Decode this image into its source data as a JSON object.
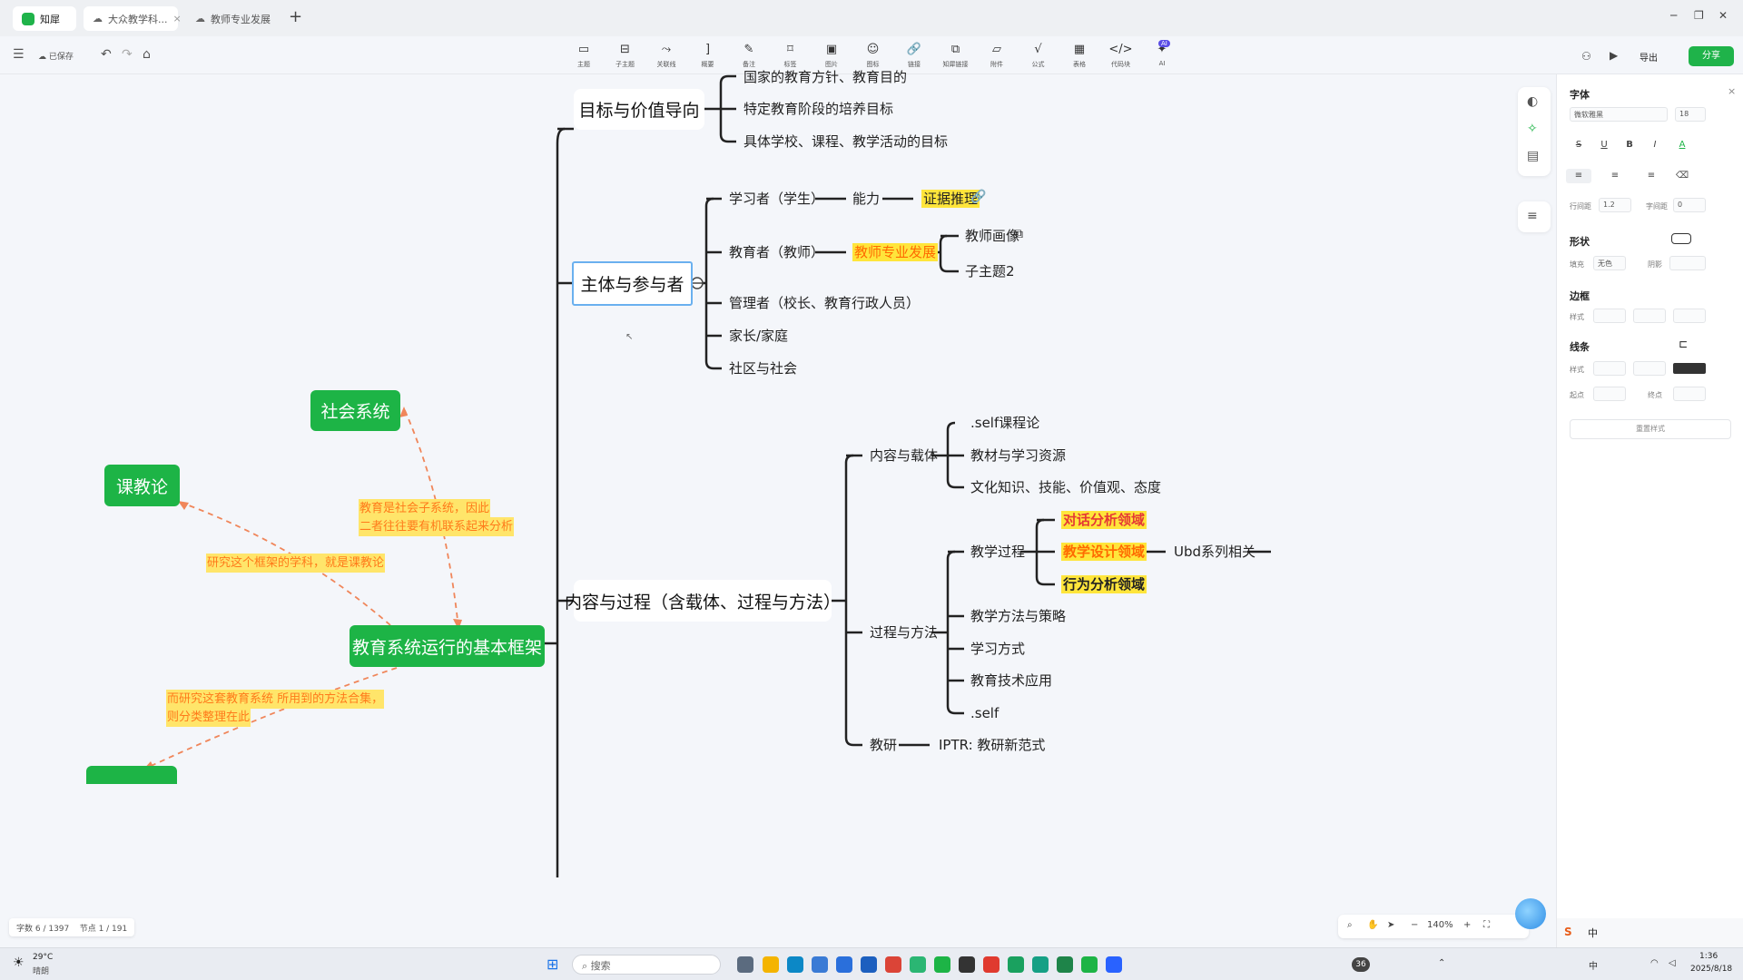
{
  "tabs": {
    "app_name": "知犀",
    "doc1": "大众教学科...",
    "doc2": "教师专业发展"
  },
  "toolbar": {
    "saved": "已保存",
    "tools": [
      {
        "icon": "topic-icon",
        "label": "主题"
      },
      {
        "icon": "subtopic-icon",
        "label": "子主题"
      },
      {
        "icon": "relation-icon",
        "label": "关联线"
      },
      {
        "icon": "summary-icon",
        "label": "概要"
      },
      {
        "icon": "note-icon",
        "label": "备注"
      },
      {
        "icon": "label-icon",
        "label": "标签"
      },
      {
        "icon": "image-icon",
        "label": "图片"
      },
      {
        "icon": "emoji-icon",
        "label": "图标"
      },
      {
        "icon": "link-icon",
        "label": "链接"
      },
      {
        "icon": "doc-link-icon",
        "label": "知犀链接"
      },
      {
        "icon": "attachment-icon",
        "label": "附件"
      },
      {
        "icon": "formula-icon",
        "label": "公式"
      },
      {
        "icon": "table-icon",
        "label": "表格"
      },
      {
        "icon": "code-icon",
        "label": "代码块"
      },
      {
        "icon": "ai-icon",
        "label": "AI"
      }
    ],
    "ai_badge": "AI",
    "export": "导出",
    "share": "分享"
  },
  "mindmap": {
    "center": "教育系统运行的基本框架",
    "branch1": {
      "title": "目标与价值导向",
      "children": [
        "国家的教育方针、教育目的",
        "特定教育阶段的培养目标",
        "具体学校、课程、教学活动的目标"
      ]
    },
    "branch2": {
      "title": "主体与参与者",
      "learner": "学习者（学生）",
      "ability": "能力",
      "evidence": "证据推理",
      "educator": "教育者（教师）",
      "teacher_dev": "教师专业发展",
      "teacher_portrait": "教师画像",
      "subtopic2": "子主题2",
      "admin": "管理者（校长、教育行政人员）",
      "parents": "家长/家庭",
      "community": "社区与社会"
    },
    "branch3": {
      "title": "内容与过程（含载体、过程与方法）",
      "content": "内容与载体",
      "content_children": [
        ".self课程论",
        "教材与学习资源",
        "文化知识、技能、价值观、态度"
      ],
      "process_methods": "过程与方法",
      "teaching_process": "教学过程",
      "domains": [
        "对话分析领域",
        "教学设计领域",
        "行为分析领域"
      ],
      "ubd": "Ubd系列相关",
      "process_children": [
        "教学方法与策略",
        "学习方式",
        "教育技术应用",
        ".self"
      ],
      "research": "教研",
      "iptr": "IPTR: 教研新范式"
    },
    "social_system": "社会系统",
    "course_theory": "课教论",
    "note1_line1": "教育是社会子系统，因此",
    "note1_line2": "二者往往要有机联系起来分析",
    "note2": "研究这个框架的学科，就是课教论",
    "note3_line1": "而研究这套教育系统 所用到的方法合集，",
    "note3_line2": "则分类整理在此"
  },
  "right_panel": {
    "font_title": "字体",
    "font_family": "微软雅黑",
    "font_size": "18",
    "line_height_label": "行间距",
    "line_height": "1.2",
    "letter_spacing_label": "字间距",
    "letter_spacing": "0",
    "shape_title": "形状",
    "fill_label": "填充",
    "fill_value": "无色",
    "shadow_label": "阴影",
    "border_title": "边框",
    "border_style_label": "样式",
    "line_title": "线条",
    "line_style_label": "样式",
    "start_label": "起点",
    "end_label": "终点",
    "reset": "重置样式"
  },
  "status": {
    "words": "字数  6 / 1397",
    "nodes": "节点  1 / 191",
    "zoom": "140%"
  },
  "taskbar": {
    "weather_temp": "29°C",
    "weather_desc": "晴朗",
    "search": "搜索",
    "badge_count": "36",
    "ime": "中",
    "time": "1:36",
    "date": "2025/8/18"
  },
  "colors": {
    "brand_green": "#1db446",
    "highlight_yellow": "#ffe53b",
    "note_orange": "#ff7a1a",
    "dashed_relation": "#f0865a"
  }
}
